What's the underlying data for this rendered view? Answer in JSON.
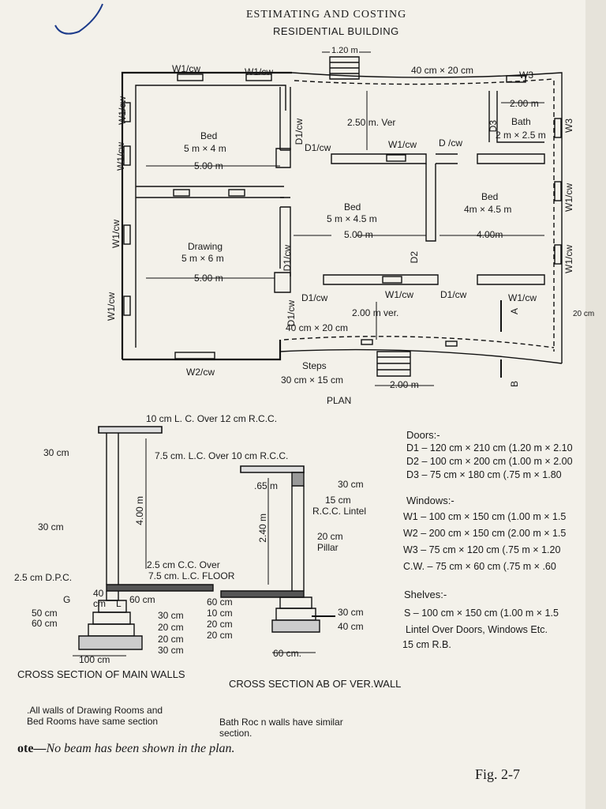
{
  "header": {
    "title": "ESTIMATING AND COSTING",
    "subtitle": "RESIDENTIAL BUILDING"
  },
  "plan": {
    "caption": "PLAN",
    "top_dim": "1.20 m",
    "wall_size_top": "40 cm × 20 cm",
    "wall_size_bottom": "40 cm × 20 cm",
    "verandah_top": "2.50 m. Ver",
    "verandah_bottom": "2.00 m ver.",
    "steps": "Steps",
    "steps_size": "30 cm × 15 cm",
    "steps_width": "2.00 m",
    "section_a": "A",
    "section_b": "B",
    "edge_dim": "20 cm",
    "rooms": {
      "bed1": {
        "name": "Bed",
        "size": "5 m × 4 m",
        "dim": "5.00 m"
      },
      "drawing": {
        "name": "Drawing",
        "size": "5 m × 6 m",
        "dim": "5.00 m"
      },
      "bed2": {
        "name": "Bed",
        "size": "5 m × 4.5 m",
        "dim": "5.00 m"
      },
      "bed3": {
        "name": "Bed",
        "size": "4m × 4.5 m",
        "dim": "4.00m"
      },
      "bath": {
        "name": "Bath",
        "size": "2 m × 2.5 m",
        "dim": "2.00 m"
      }
    },
    "labels": {
      "w1cw": "W1/cw",
      "w2cw": "W2/cw",
      "w3": "W3",
      "d1cw": "D1/cw",
      "d2": "D2",
      "d3": "D3",
      "dcw": "D /cw"
    }
  },
  "section_main": {
    "caption": "CROSS SECTION OF MAIN WALLS",
    "roof": "10 cm L. C. Over 12 cm R.C.C.",
    "roof2": "7.5 cm. L.C. Over 10 cm R.C.C.",
    "wall_top": "30 cm",
    "wall_mid": "30 cm",
    "height": "4.00 m",
    "floor": "2.5 cm C.C. Over",
    "floor2": "7.5 cm. L.C. FLOOR",
    "dpc": "2.5 cm D.P.C.",
    "g": "G",
    "plinth": "40",
    "plinth_unit": "cm",
    "l": "L",
    "w60": "60 cm",
    "d50": "50 cm",
    "d60": "60 cm",
    "steps": [
      "30 cm",
      "20 cm",
      "20 cm",
      "30 cm"
    ],
    "base": "100 cm"
  },
  "section_ver": {
    "caption": "CROSS SECTION AB OF VER.WALL",
    "top": ".65 m",
    "lintel_w": "30 cm",
    "lintel": "15 cm",
    "lintel2": "R.C.C. Lintel",
    "height": "2.40 m",
    "pillar": "20 cm",
    "pillar2": "Pillar",
    "left": [
      "60 cm",
      "10 cm",
      "20 cm",
      "20 cm"
    ],
    "right": [
      "30 cm",
      "40 cm"
    ],
    "base": "60 cm."
  },
  "notes": {
    "left": ".All walls of Drawing Rooms and",
    "left2": "Bed Rooms have same section",
    "right": "Bath Roc n walls  have similar",
    "right2": "section.",
    "ote_bold": "ote—",
    "ote": "No beam has been shown in the plan."
  },
  "specs": {
    "doors_h": "Doors:-",
    "doors": [
      "D1 – 120 cm × 210 cm (1.20 m × 2.10",
      "D2 – 100 cm × 200 cm (1.00 m × 2.00",
      "D3 – 75 cm × 180 cm (.75 m × 1.80"
    ],
    "windows_h": "Windows:-",
    "windows": [
      "W1 – 100 cm × 150 cm (1.00 m × 1.5",
      "W2 – 200 cm × 150 cm (2.00 m × 1.5",
      "W3 – 75 cm × 120 cm (.75 m × 1.20",
      "C.W. – 75 cm × 60 cm (.75 m × .60"
    ],
    "shelves_h": "Shelves:-",
    "shelves": [
      "S – 100 cm × 150 cm (1.00 m × 1.5",
      "Lintel Over Doors, Windows Etc.",
      "15 cm R.B."
    ]
  },
  "figure": "Fig. 2-7"
}
